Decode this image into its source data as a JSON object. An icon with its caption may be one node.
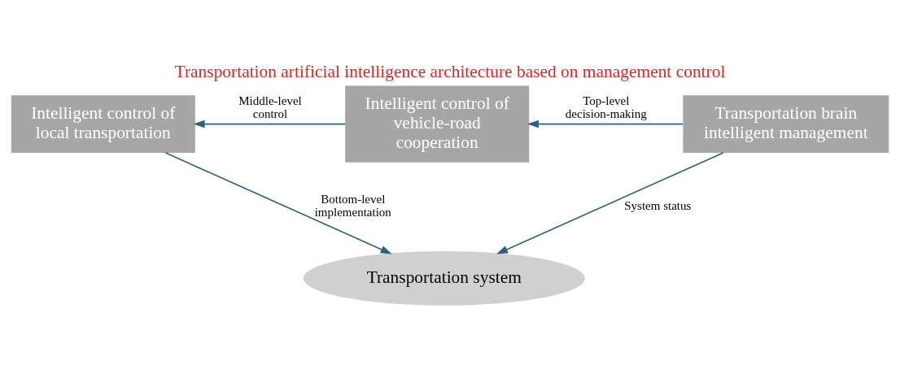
{
  "diagram": {
    "title": "Transportation artificial intelligence architecture based on management control",
    "nodes": [
      {
        "text": [
          "Intelligent control of local transportation"
        ]
      },
      {
        "text": [
          "Intelligent control of vehicle-road cooperation"
        ]
      },
      {
        "text": [
          "Transportation brain intelligent management"
        ]
      },
      {
        "text": [
          "Transportation system"
        ]
      }
    ],
    "edges": [
      {
        "from": 1,
        "to": 0,
        "arrow": "to",
        "label": "Middle-level control"
      },
      {
        "from": 2,
        "to": 1,
        "arrow": "to",
        "label": "Top-level decision-making"
      },
      {
        "from": 0,
        "to": 3,
        "arrow": "to",
        "label": "Bottom-level implementation"
      },
      {
        "from": 2,
        "to": 3,
        "arrow": "to",
        "label": "System status"
      }
    ]
  }
}
